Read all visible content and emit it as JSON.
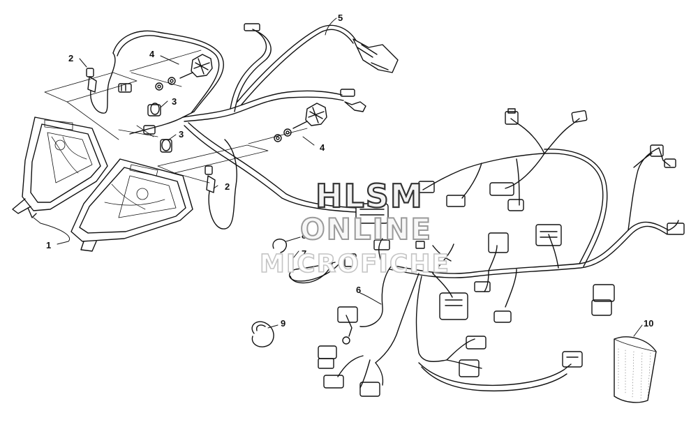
{
  "watermark": {
    "line1": "HLSM",
    "line2": "ONLINE",
    "line3": "MICROFICHE"
  },
  "callouts": {
    "c1": "1",
    "c2a": "2",
    "c2b": "2",
    "c3a": "3",
    "c3b": "3",
    "c4a": "4",
    "c4b": "4",
    "c5": "5",
    "c6": "6",
    "c7": "7",
    "c8": "8",
    "c9": "9",
    "c10": "10"
  },
  "colors": {
    "line": "#111111",
    "background": "#ffffff"
  }
}
